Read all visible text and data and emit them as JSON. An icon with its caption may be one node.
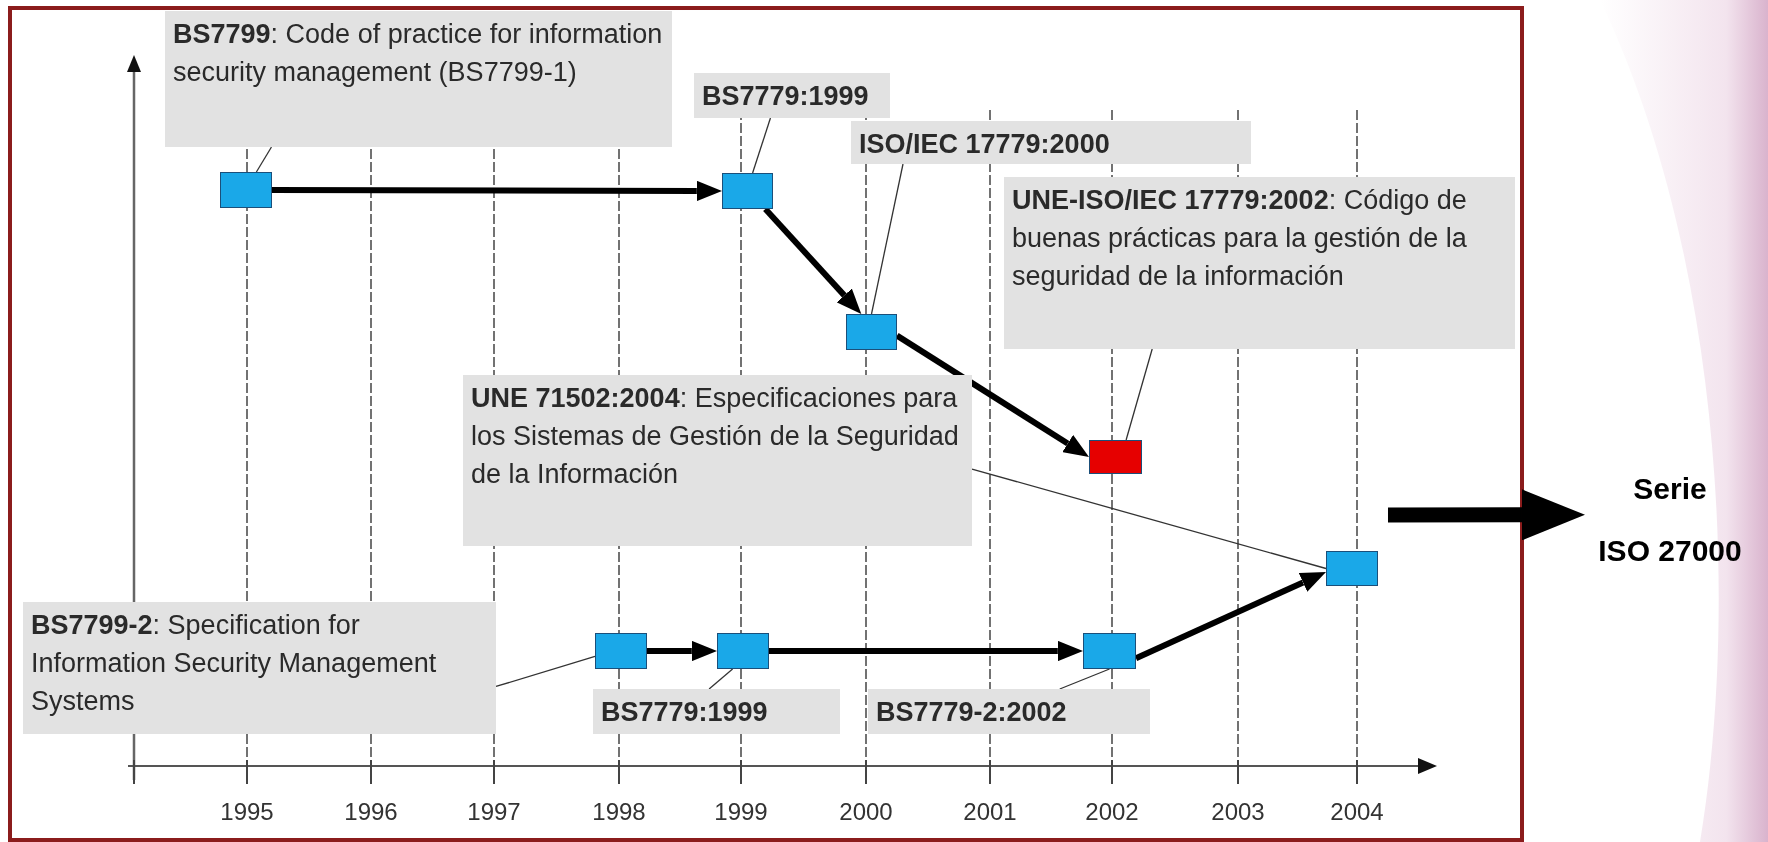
{
  "diagram": {
    "nodes": [
      {
        "text": [
          "**BS7799**: Code of practice for information security management (BS7799-1)"
        ]
      },
      {
        "text": [],
        "shape": "box"
      },
      {
        "text": [
          "BS7779:1999"
        ]
      },
      {
        "text": [],
        "shape": "box"
      },
      {
        "text": [
          "ISO/IEC 17779:2000"
        ]
      },
      {
        "text": [],
        "shape": "box"
      },
      {
        "text": [
          "**UNE-ISO/IEC 17779:2002**: Código de buenas prácticas para la gestión de la seguridad de la información"
        ]
      },
      {
        "text": [],
        "shape": "box"
      },
      {
        "text": [
          "**UNE 71502:2004**: Especificaciones para los Sistemas de Gestión de la Seguridad de la Información"
        ]
      },
      {
        "text": [],
        "shape": "box"
      },
      {
        "text": [
          "**BS7799-2**: Specification for Information Security Management Systems"
        ]
      },
      {
        "text": [],
        "shape": "box"
      },
      {
        "text": [],
        "shape": "box"
      },
      {
        "text": [
          "BS7779:1999"
        ]
      },
      {
        "text": [],
        "shape": "box"
      },
      {
        "text": [
          "BS7779-2:2002"
        ]
      },
      {
        "text": [
          "Serie",
          "ISO 27000"
        ]
      }
    ],
    "edges": [
      {
        "from": 1,
        "to": 3,
        "arrow": "to",
        "style": "thick"
      },
      {
        "from": 3,
        "to": 5,
        "arrow": "to",
        "style": "thick"
      },
      {
        "from": 5,
        "to": 7,
        "arrow": "to",
        "style": "thick"
      },
      {
        "from": 11,
        "to": 12,
        "arrow": "to",
        "style": "thick"
      },
      {
        "from": 12,
        "to": 14,
        "arrow": "to",
        "style": "thick"
      },
      {
        "from": 14,
        "to": 9,
        "arrow": "to",
        "style": "thick"
      },
      {
        "from": 0,
        "to": 1,
        "arrow": "none"
      },
      {
        "from": 2,
        "to": 3,
        "arrow": "none"
      },
      {
        "from": 4,
        "to": 5,
        "arrow": "none"
      },
      {
        "from": 6,
        "to": 7,
        "arrow": "none"
      },
      {
        "from": 8,
        "to": 9,
        "arrow": "none"
      },
      {
        "from": 10,
        "to": 11,
        "arrow": "none"
      },
      {
        "from": 13,
        "to": 12,
        "arrow": "none"
      },
      {
        "from": 15,
        "to": 14,
        "arrow": "none"
      },
      {
        "from": null,
        "to": 16,
        "arrow": "to",
        "style": "thick"
      }
    ],
    "labels": [
      "1995",
      "1996",
      "1997",
      "1998",
      "1999",
      "2000",
      "2001",
      "2002",
      "2003",
      "2004"
    ]
  }
}
